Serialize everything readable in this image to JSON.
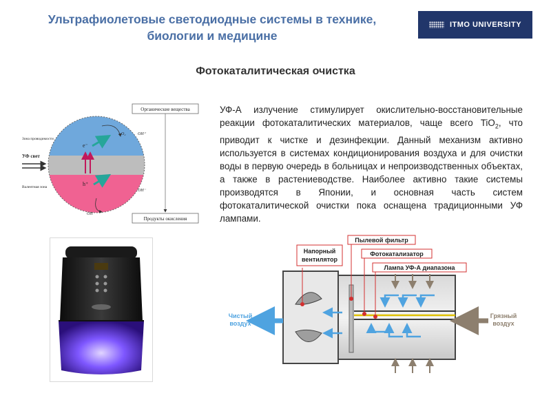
{
  "header": {
    "title": "Ультрафиолетовые светодиодные системы в технике, биологии и медицине",
    "logo_text": "ITMO UNIVERSITY"
  },
  "section": {
    "subtitle": "Фотокаталитическая очистка"
  },
  "paragraph": {
    "before_sub": "УФ-А излучение стимулирует окислительно-восстановительные реакции фотокаталитических материалов, чаще всего TiO",
    "sub": "2",
    "after_sub": ", что приводит к чистке и дезинфекции. Данный механизм активно используется в системах кондиционирования воздуха и для очистки воды в первую очередь в больницах и непроизводственных объектах, а также в растениеводстве. Наиболее активно такие системы производятся в Японии, и основная часть систем фотокаталитической очистки пока оснащена традиционными УФ лампами."
  },
  "band_diagram": {
    "conduction_zone": "Зона проводимости",
    "uv_light": "УФ свет",
    "valence_zone": "Валентная зона",
    "electron": "e⁻",
    "hole": "h⁺",
    "organics_box": "Органические вещества",
    "products_box": "Продукты окисления",
    "species_o2": "O₂",
    "species_oh_top": "OH⁺",
    "species_oh_mid": "OH⁻",
    "species_oh_bot": "OH"
  },
  "device_diagram": {
    "dust_filter": "Пылевой фильтр",
    "fan": "Напорный вентилятор",
    "photocatalyst": "Фотокатализатор",
    "uv_lamp": "Лампа УФ-А диапазона",
    "clean_air": "Чистый воздух",
    "dirty_air": "Грязный воздух"
  },
  "colors": {
    "title": "#4a6fa5",
    "logo_bg": "#21366a",
    "conduction": "#6fa8dc",
    "valence": "#f06292",
    "gap": "#bdbdbd",
    "uv": "#c2185b",
    "arrow_teal": "#26a69a",
    "label_red": "#d32f2f",
    "air_blue": "#4fa3e0",
    "lamp_glow": "#7e57ff"
  }
}
